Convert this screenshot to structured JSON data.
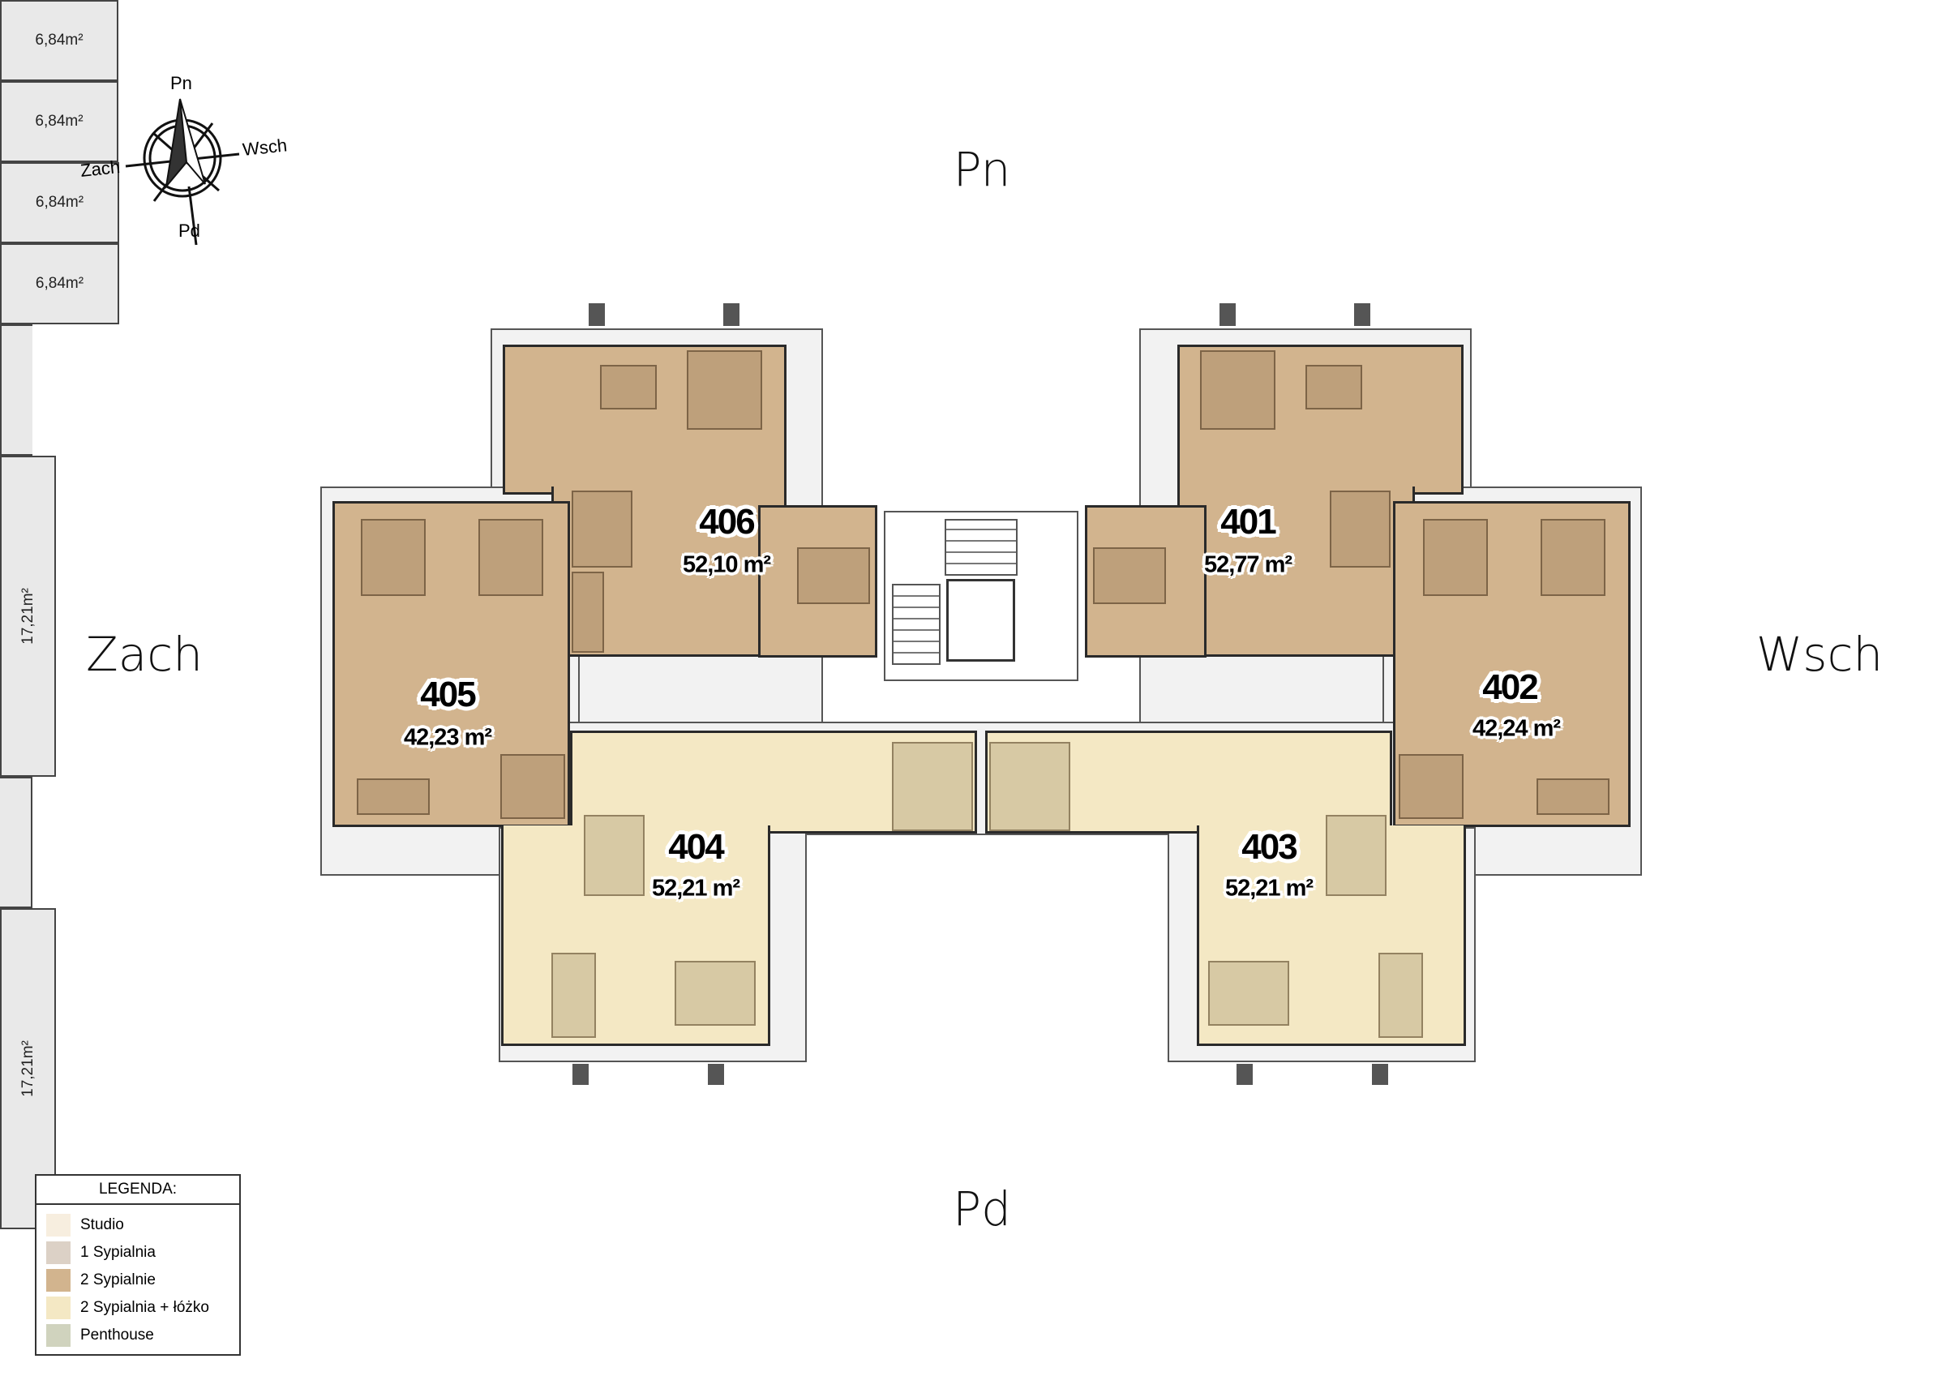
{
  "compass": {
    "north": "Pn",
    "south": "Pd",
    "west": "Zach",
    "east": "Wsch"
  },
  "directions": {
    "north": "Pn",
    "south": "Pd",
    "west": "Zach",
    "east": "Wsch"
  },
  "units": [
    {
      "number": "406",
      "area": "52,10 m²",
      "type": "2 Sypialnie"
    },
    {
      "number": "401",
      "area": "52,77 m²",
      "type": "2 Sypialnie"
    },
    {
      "number": "405",
      "area": "42,23 m²",
      "type": "2 Sypialnie"
    },
    {
      "number": "402",
      "area": "42,24 m²",
      "type": "2 Sypialnie"
    },
    {
      "number": "404",
      "area": "52,21 m²",
      "type": "2 Sypialnia + łóżko"
    },
    {
      "number": "403",
      "area": "52,21 m²",
      "type": "2 Sypialnia + łóżko"
    }
  ],
  "balconies": {
    "north_left": "6,84m²",
    "north_right": "6,84m²",
    "south_left": "6,84m²",
    "south_right": "6,84m²",
    "west": "17,21m²",
    "east": "17,21m²"
  },
  "legend": {
    "title": "LEGENDA:",
    "items": [
      {
        "label": "Studio",
        "color": "#F7EEDF"
      },
      {
        "label": "1 Sypialnia",
        "color": "#DCD1C6"
      },
      {
        "label": "2 Sypialnie",
        "color": "#D2B48E"
      },
      {
        "label": "2 Sypialnia + łóżko",
        "color": "#F4E8C4"
      },
      {
        "label": "Penthouse",
        "color": "#D0D3BE"
      }
    ]
  }
}
